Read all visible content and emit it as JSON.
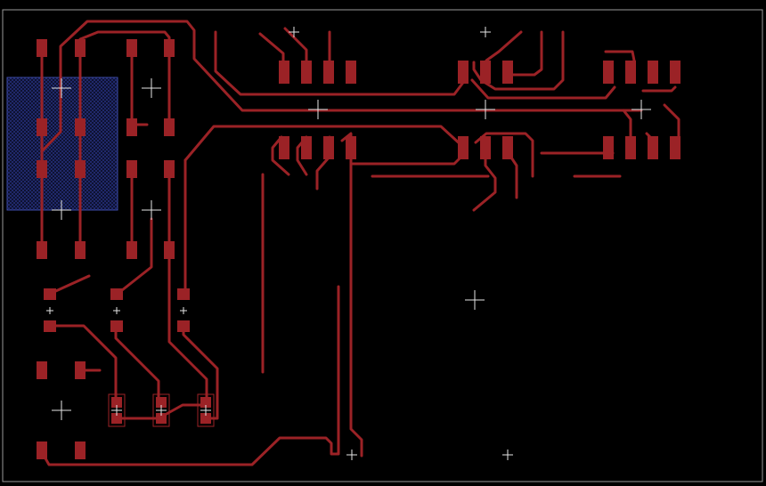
{
  "view": {
    "background_color": "#000000",
    "copper_color": "#9b2226",
    "outline_color": "#9a9a9a",
    "marker_color": "#e6e6e6",
    "keepout_color": "#3b4aa6",
    "elements": [
      "board-outline",
      "keepout-region",
      "copper-traces",
      "smd-pads",
      "origin-markers"
    ]
  }
}
